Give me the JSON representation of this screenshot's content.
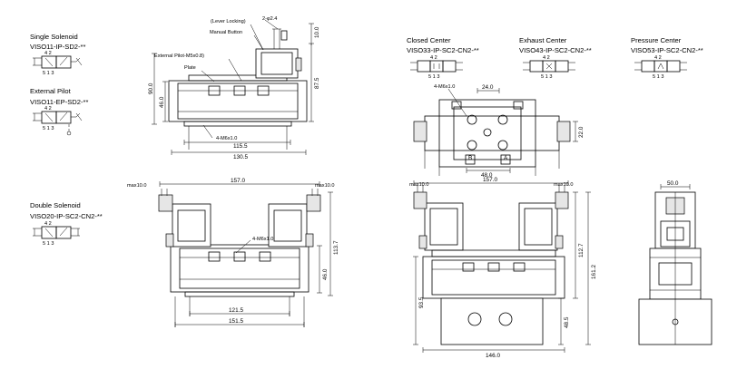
{
  "sections": {
    "single": {
      "title": "Single Solenoid",
      "model": "VISO11-IP-SD2-**"
    },
    "external": {
      "title": "External Pilot",
      "model": "VISO11-EP-SD2-**"
    },
    "double": {
      "title": "Double Solenoid",
      "model": "VISO20-IP-SC2-CN2-**"
    },
    "closed": {
      "title": "Closed Center",
      "model": "VISO33-IP-SC2-CN2-**"
    },
    "exhaust": {
      "title": "Exhaust Center",
      "model": "VISO43-IP-SC2-CN2-**"
    },
    "pressure": {
      "title": "Pressure Center",
      "model": "VISO53-IP-SC2-CN2-**"
    }
  },
  "callouts": {
    "lever_locking": "(Lever Locking)",
    "manual_button": "Manual Button",
    "external_pilot": "External Pilot-M5x0.8)",
    "plate": "Plate",
    "hole": "2-φ2.4",
    "thread_top": "4-M6x1.0",
    "thread_bottom": "4-M6x1.0"
  },
  "port_labels": {
    "p42": "4 2",
    "p513": "5 1 3"
  },
  "symbol_labels": {
    "a": "A",
    "b": "B"
  },
  "dims": {
    "d10": "10.0",
    "d90": "90.0",
    "d46a": "46.0",
    "d875": "87.5",
    "d1155": "115.5",
    "d1305": "130.5",
    "max10": "max10.0",
    "d157": "157.0",
    "d1137": "113.7",
    "d46b": "46.0",
    "d1215": "121.5",
    "d1515": "151.5",
    "d24": "24.0",
    "d22": "22.0",
    "d48": "48.0",
    "d1127": "112.7",
    "d1612": "161.2",
    "d935": "93.5",
    "d485": "48.5",
    "d146": "146.0",
    "d50": "50.0"
  }
}
